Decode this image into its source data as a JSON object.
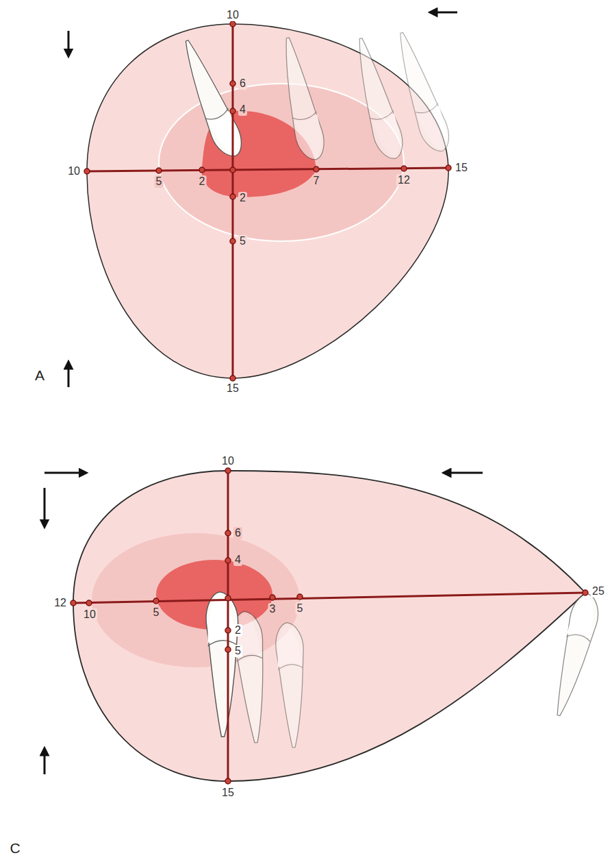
{
  "diagram": {
    "labels": [
      "10",
      "6",
      "4",
      "10",
      "5",
      "2",
      "7",
      "12",
      "15",
      "2",
      "5",
      "15",
      "A",
      "10",
      "6",
      "4",
      "12",
      "10",
      "5",
      "3",
      "5",
      "25",
      "2",
      "5",
      "15",
      "C"
    ]
  }
}
